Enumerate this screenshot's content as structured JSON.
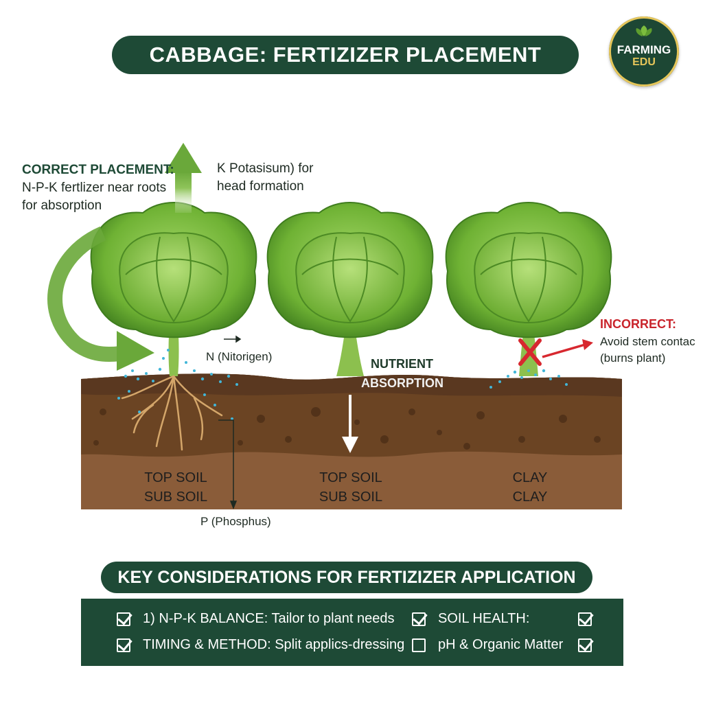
{
  "header": {
    "title": "CABBAGE: FERTIZIZER PLACEMENT"
  },
  "logo": {
    "line1": "FARMING",
    "line2": "EDU"
  },
  "colors": {
    "dark_green": "#1e4a36",
    "arrow_green": "#6aa83a",
    "cabbage": "#7cbd3e",
    "soil_top": "#6b4423",
    "soil_sub": "#8a5e3b",
    "incorrect_red": "#c9242b",
    "fertilizer": "#42b6d8"
  },
  "annotations": {
    "correct_title": "CORRECT PLACEMENT:",
    "correct_line1": "N-P-K fertlizer near roots",
    "correct_line2": "for absorption",
    "potassium_line1": "K Potasisum) for",
    "potassium_line2": "head formation",
    "nitrogen": "N (Nitorigen)",
    "nutrient": "NUTRIENT",
    "absorption": "ABSORPTION",
    "phosphus": "P (Phosphus)",
    "incorrect_title": "INCORRECT:",
    "incorrect_line1": "Avoid stem contac",
    "incorrect_line2": "(burns plant)"
  },
  "soil_labels": [
    {
      "top": "TOP SOIL",
      "bottom": "SUB SOIL"
    },
    {
      "top": "TOP SOIL",
      "bottom": "SUB SOIL"
    },
    {
      "top": "CLAY",
      "bottom": "CLAY"
    }
  ],
  "key_considerations": {
    "title": "KEY CONSIDERATIONS FOR FERTIZIZER APPLICATION",
    "items": [
      {
        "text": "1) N-P-K BALANCE: Tailor to plant needs",
        "checked": true
      },
      {
        "text": "TIMING & METHOD: Split applics-dressing",
        "checked": true
      },
      {
        "text": "SOIL HEALTH:",
        "checked": true
      },
      {
        "text": "pH & Organic Matter",
        "checked": false
      }
    ],
    "extra_checks": [
      true,
      true
    ]
  }
}
